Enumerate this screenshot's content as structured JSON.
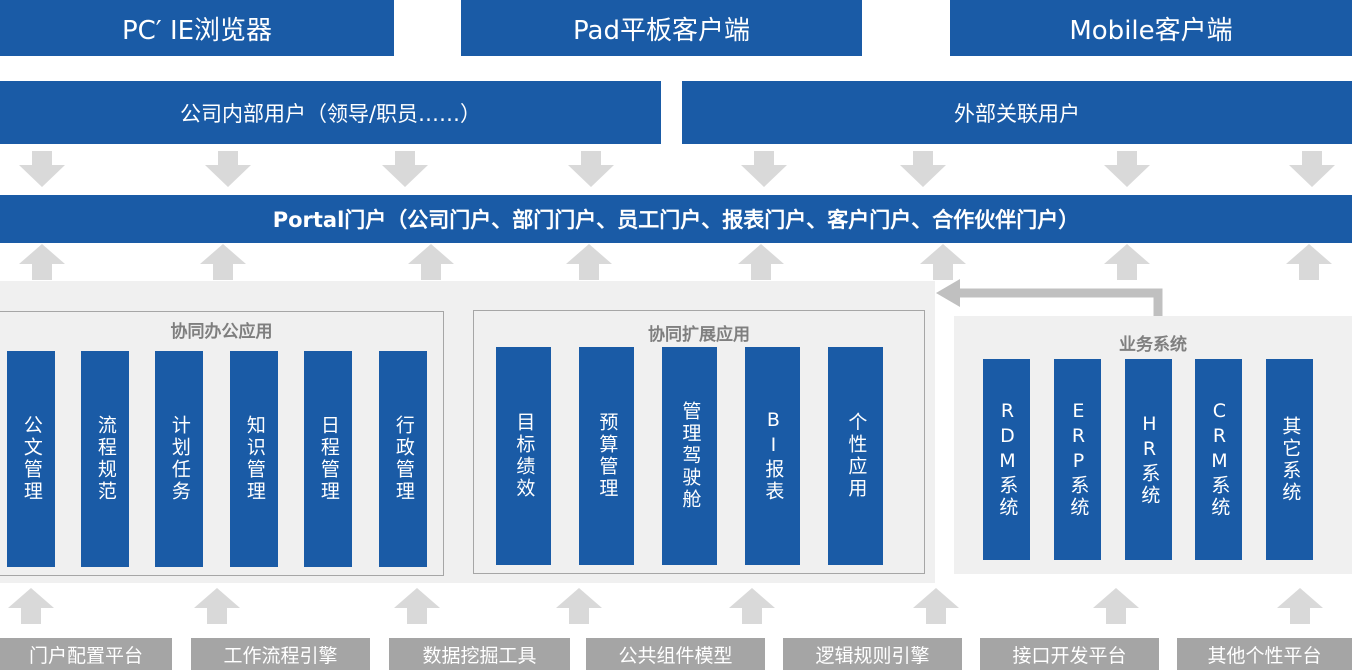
{
  "clients": [
    "PC′ IE浏览器",
    "Pad平板客户端",
    "Mobile客户端"
  ],
  "users": [
    "公司内部用户（领导/职员……）",
    "外部关联用户"
  ],
  "portal": "Portal门户（公司门户、部门门户、员工门户、报表门户、客户门户、合作伙伴门户）",
  "groups": {
    "office": {
      "title": "协同办公应用",
      "items": [
        "公文管理",
        "流程规范",
        "计划任务",
        "知识管理",
        "日程管理",
        "行政管理"
      ]
    },
    "extend": {
      "title": "协同扩展应用",
      "items": [
        "目标绩效",
        "预算管理",
        "管理驾驶舱",
        "BI报表",
        "个性应用"
      ]
    },
    "business": {
      "title": "业务系统",
      "items": [
        "RDM系统",
        "ERP系统",
        "HR系统",
        "CRM系统",
        "其它系统"
      ]
    }
  },
  "platforms": [
    "门户配置平台",
    "工作流程引擎",
    "数据挖掘工具",
    "公共组件模型",
    "逻辑规则引擎",
    "接口开发平台",
    "其他个性平台"
  ],
  "colors": {
    "primary": "#1a5ba6",
    "arrow": "#d9d9d9",
    "panel": "#f0f0f0",
    "platform": "#a5a5a5"
  }
}
